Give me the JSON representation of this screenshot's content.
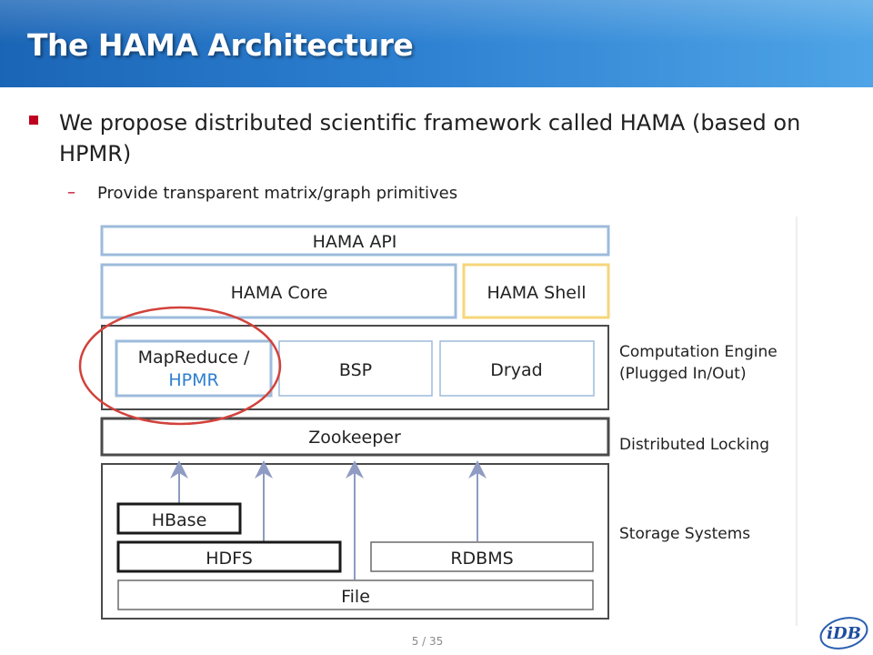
{
  "slide": {
    "title": "The HAMA Architecture",
    "bullet": "We propose distributed scientific framework called HAMA (based on HPMR)",
    "sub_dash": "–",
    "sub_bullet": "Provide transparent matrix/graph primitives",
    "page_number": "5 / 35",
    "logo_text": "iDB"
  },
  "diagram": {
    "hama_api": "HAMA API",
    "hama_core": "HAMA Core",
    "hama_shell": "HAMA Shell",
    "mapreduce_line1": "MapReduce /",
    "mapreduce_line2": "HPMR",
    "bsp": "BSP",
    "dryad": "Dryad",
    "zookeeper": "Zookeeper",
    "hbase": "HBase",
    "hdfs": "HDFS",
    "rdbms": "RDBMS",
    "file": "File",
    "label_computation_line1": "Computation Engine",
    "label_computation_line2": "(Plugged In/Out)",
    "label_locking": "Distributed Locking",
    "label_storage": "Storage Systems"
  },
  "colors": {
    "title_blue": "#1b65b6",
    "box_gray": "#4a4a4a",
    "box_blue": "#9dbbdb",
    "box_yellow": "#f5d67a",
    "hpmr_blue": "#2e7fcf",
    "circle_red": "#d2423c",
    "arrow": "#8e9bc2",
    "bullet_red": "#c0001f"
  }
}
